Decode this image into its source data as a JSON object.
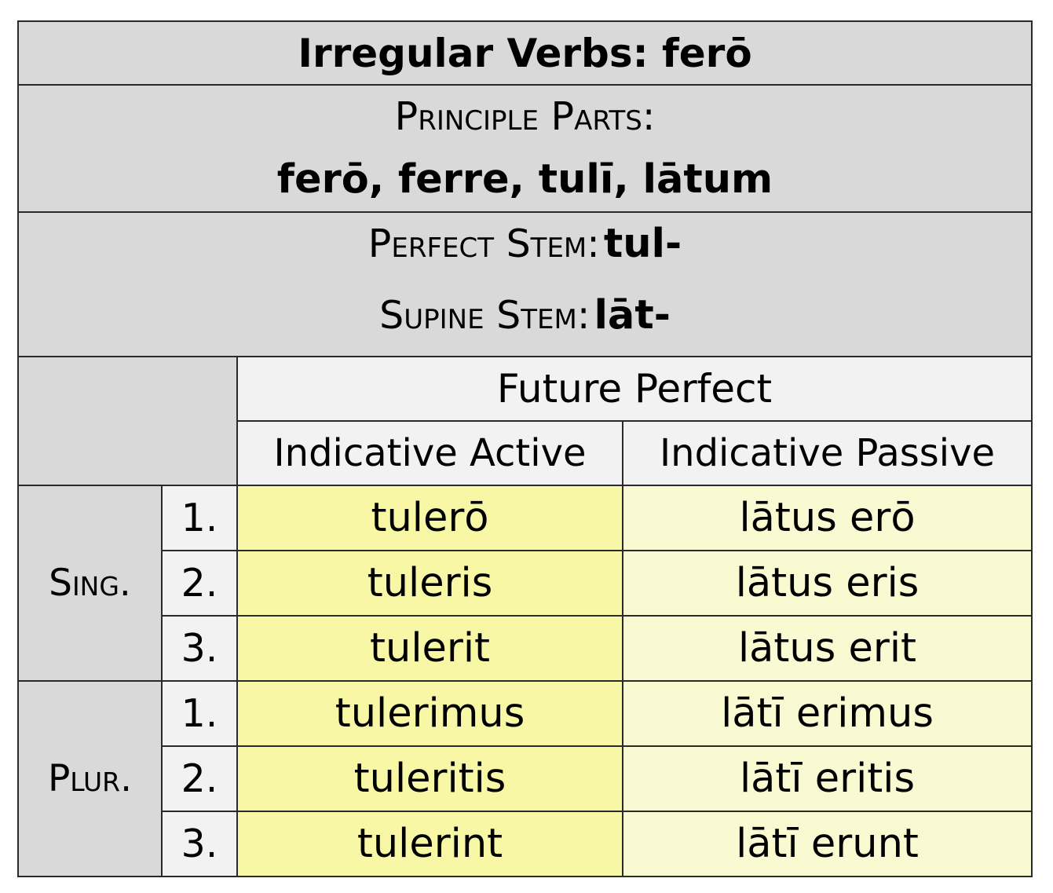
{
  "title": "Irregular Verbs: ferō",
  "principal_parts": {
    "label": "Principle Parts:",
    "value": "ferō, ferre, tulī, lātum"
  },
  "stems": {
    "perfect_label": "Perfect Stem:",
    "perfect_value": "tul-",
    "supine_label": "Supine Stem:",
    "supine_value": "lāt-"
  },
  "tense": "Future Perfect",
  "columns": [
    "Indicative Active",
    "Indicative Passive"
  ],
  "groups": [
    {
      "label": "Sing.",
      "rows": [
        {
          "person": "1.",
          "active": "tulerō",
          "passive": "lātus erō"
        },
        {
          "person": "2.",
          "active": "tuleris",
          "passive": "lātus eris"
        },
        {
          "person": "3.",
          "active": "tulerit",
          "passive": "lātus erit"
        }
      ]
    },
    {
      "label": "Plur.",
      "rows": [
        {
          "person": "1.",
          "active": "tulerimus",
          "passive": "lātī erimus"
        },
        {
          "person": "2.",
          "active": "tuleritis",
          "passive": "lātī eritis"
        },
        {
          "person": "3.",
          "active": "tulerint",
          "passive": "lātī erunt"
        }
      ]
    }
  ],
  "colors": {
    "header_bg": "#d9d9d9",
    "subheader_bg": "#f2f2f2",
    "active_bg": "#f7f7a6",
    "passive_bg": "#f9f9d2",
    "border": "#2a2a2a"
  }
}
